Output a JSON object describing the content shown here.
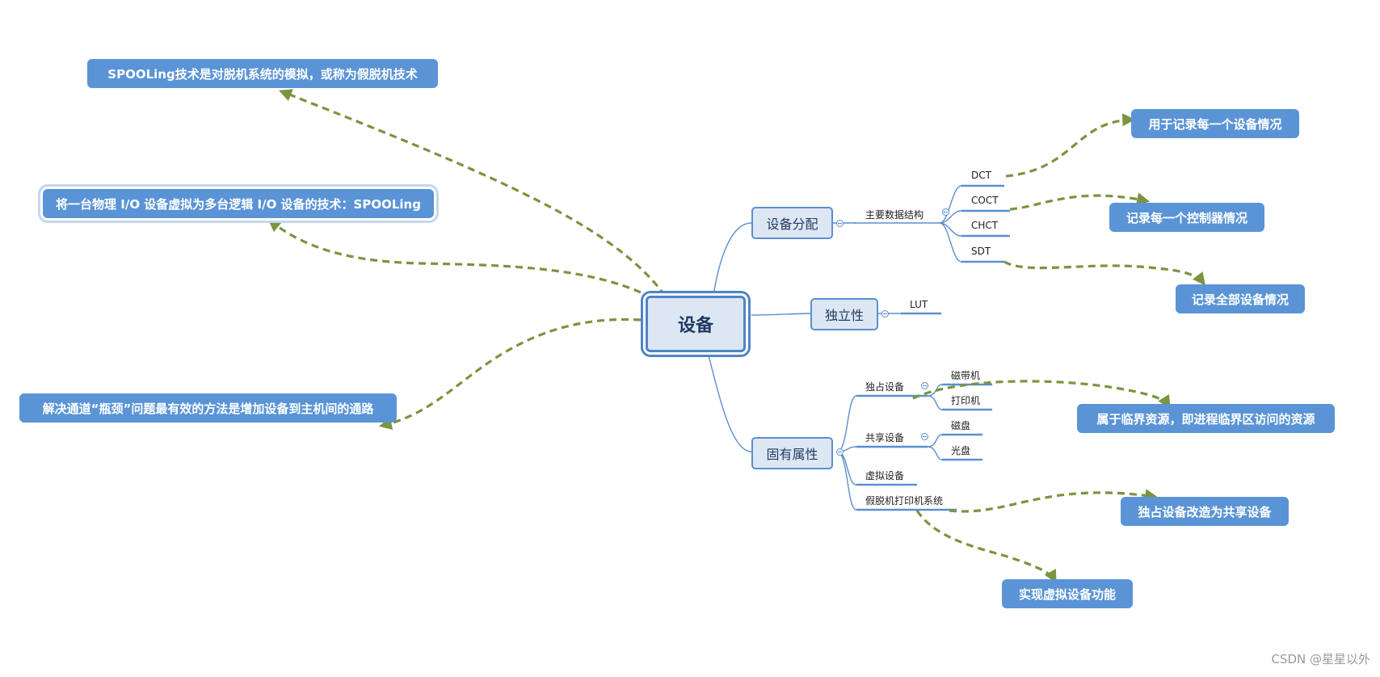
{
  "root": {
    "label": "设备"
  },
  "branches": {
    "allocation": {
      "label": "设备分配"
    },
    "independence": {
      "label": "独立性"
    },
    "attributes": {
      "label": "固有属性"
    }
  },
  "leaves": {
    "data_structures": "主要数据结构",
    "dct": "DCT",
    "coct": "COCT",
    "chct": "CHCT",
    "sdt": "SDT",
    "lut": "LUT",
    "exclusive": "独占设备",
    "tape": "磁带机",
    "printer": "打印机",
    "shared": "共享设备",
    "disk": "磁盘",
    "optical": "光盘",
    "virtual": "虚拟设备",
    "spooling_system": "假脱机打印机系统"
  },
  "notes": {
    "spooling_sim": "SPOOLing技术是对脱机系统的模拟，或称为假脱机技术",
    "spooling_def": "将一台物理 I/O 设备虚拟为多台逻辑 I/O 设备的技术：SPOOLing",
    "bottleneck": "解决通道“瓶颈”问题最有效的方法是增加设备到主机间的通路",
    "dct_note": "用于记录每一个设备情况",
    "coct_note": "记录每一个控制器情况",
    "sdt_note": "记录全部设备情况",
    "critical": "属于临界资源，即进程临界区访问的资源",
    "to_shared": "独占设备改造为共享设备",
    "virtual_func": "实现虚拟设备功能"
  },
  "watermark": "CSDN @星星以外",
  "colors": {
    "accent": "#5a94d6",
    "line": "#5b8fd0",
    "arrow": "#7b9440"
  }
}
